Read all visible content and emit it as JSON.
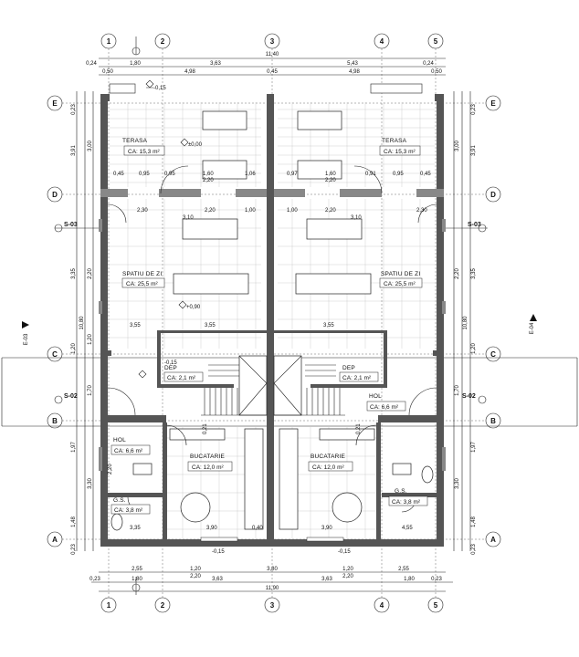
{
  "axes": {
    "numbers": [
      "1",
      "2",
      "3",
      "4",
      "5"
    ],
    "letters": [
      "E",
      "D",
      "C",
      "B",
      "A"
    ]
  },
  "dims_top": {
    "total": "11,40",
    "row1": [
      "0,24",
      "1,80",
      "3,63",
      "5,43",
      "0,24"
    ],
    "row2": [
      "0,50",
      "4,98",
      "0,45",
      "4,98",
      "0,50"
    ]
  },
  "dims_bottom": {
    "row1": [
      "2,55",
      "1,20",
      "3,80",
      "1,20",
      "2,55"
    ],
    "row2": [
      "0,23",
      "1,80",
      "2,20",
      "3,63",
      "3,63",
      "2,20",
      "1,80",
      "0,23"
    ],
    "total": "11,90"
  },
  "dims_left": {
    "outer": [
      "0,23",
      "3,91",
      "3,35",
      "1,20",
      "1,97",
      "1,48",
      "0,23"
    ],
    "inner": [
      "3,00",
      "2,20",
      "1,20",
      "1,70",
      "3,30"
    ],
    "total": "10,80"
  },
  "dims_right": {
    "outer": [
      "0,23",
      "3,91",
      "3,35",
      "1,20",
      "1,97",
      "1,48",
      "0,23"
    ],
    "inner": [
      "3,00",
      "2,20",
      "1,70",
      "3,30"
    ],
    "total": "10,80"
  },
  "levels": {
    "terrace": "-0,15",
    "main": "±0,00",
    "bottom": "-0,15",
    "entry": "-0,15"
  },
  "rooms": {
    "terasa_left": {
      "name": "TERASA",
      "area": "CA: 15,3 m²"
    },
    "terasa_right": {
      "name": "TERASA",
      "area": "CA: 15,3 m²"
    },
    "spatiu_left": {
      "name": "SPATIU DE ZI",
      "area": "CA: 25,5 m²"
    },
    "spatiu_right": {
      "name": "SPATIU DE ZI",
      "area": "CA: 25,5 m²"
    },
    "dep_left": {
      "name": "DEP",
      "area": "CA: 2,1 m²"
    },
    "dep_right": {
      "name": "DEP",
      "area": "CA: 2,1 m²"
    },
    "hol_left": {
      "name": "HOL",
      "area": "CA: 6,6 m²"
    },
    "hol_right": {
      "name": "HOL",
      "area": "CA: 6,6 m²"
    },
    "bucatarie_left": {
      "name": "BUCATARIE",
      "area": "CA: 12,0 m²"
    },
    "bucatarie_right": {
      "name": "BUCATARIE",
      "area": "CA: 12,0 m²"
    },
    "gs_left": {
      "name": "G.S.",
      "area": "CA: 3,8 m²"
    },
    "gs_right": {
      "name": "G.S.",
      "area": "CA: 3,8 m²"
    }
  },
  "interior_dims": {
    "terrace_row": [
      "0,45",
      "0,95",
      "0,95",
      "1,60",
      "1,06",
      "0,97",
      "1,60",
      "0,91",
      "0,95",
      "0,45"
    ],
    "terrace_row2": [
      "2,20",
      "2,20"
    ],
    "d_row": [
      "2,30",
      "3,10",
      "1,00",
      "1,00",
      "3,10",
      "2,30"
    ],
    "d_row2": [
      "2,20",
      "2,20"
    ],
    "c_row": [
      "3,55",
      "3,55",
      "3,55"
    ],
    "plus090": "+0,90",
    "bottom_row": [
      "3,35",
      "3,90",
      "0,40",
      "3,90",
      "4,55"
    ],
    "hol_dims": [
      "0,21",
      "2,20",
      "0,21"
    ]
  },
  "sections": {
    "s03": "S-03",
    "s02": "S-02",
    "e03": "E-03",
    "e04": "E-04"
  }
}
